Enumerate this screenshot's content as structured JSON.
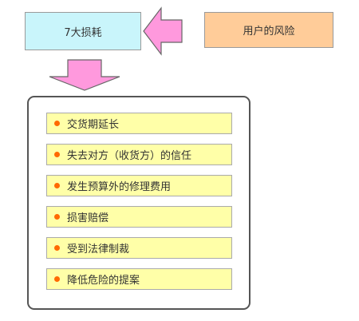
{
  "diagram": {
    "loss_box": {
      "label": "7大损耗"
    },
    "risk_box": {
      "label": "用户的风险"
    },
    "items": [
      {
        "label": "交货期延长"
      },
      {
        "label": "失去对方（收货方）的信任"
      },
      {
        "label": "发生预算外的修理费用"
      },
      {
        "label": "损害赔偿"
      },
      {
        "label": "受到法律制裁"
      },
      {
        "label": "降低危险的提案"
      }
    ]
  },
  "colors": {
    "loss_box_fill": "#c9f5fb",
    "risk_box_fill": "#ffcc99",
    "arrow_fill": "#ff99dd",
    "item_fill": "#ffffa8",
    "bullet": "#ff6a00"
  },
  "icons": {
    "left_arrow": "arrow-left-icon",
    "down_arrow": "arrow-down-icon",
    "bullet": "bullet-dot-icon"
  }
}
